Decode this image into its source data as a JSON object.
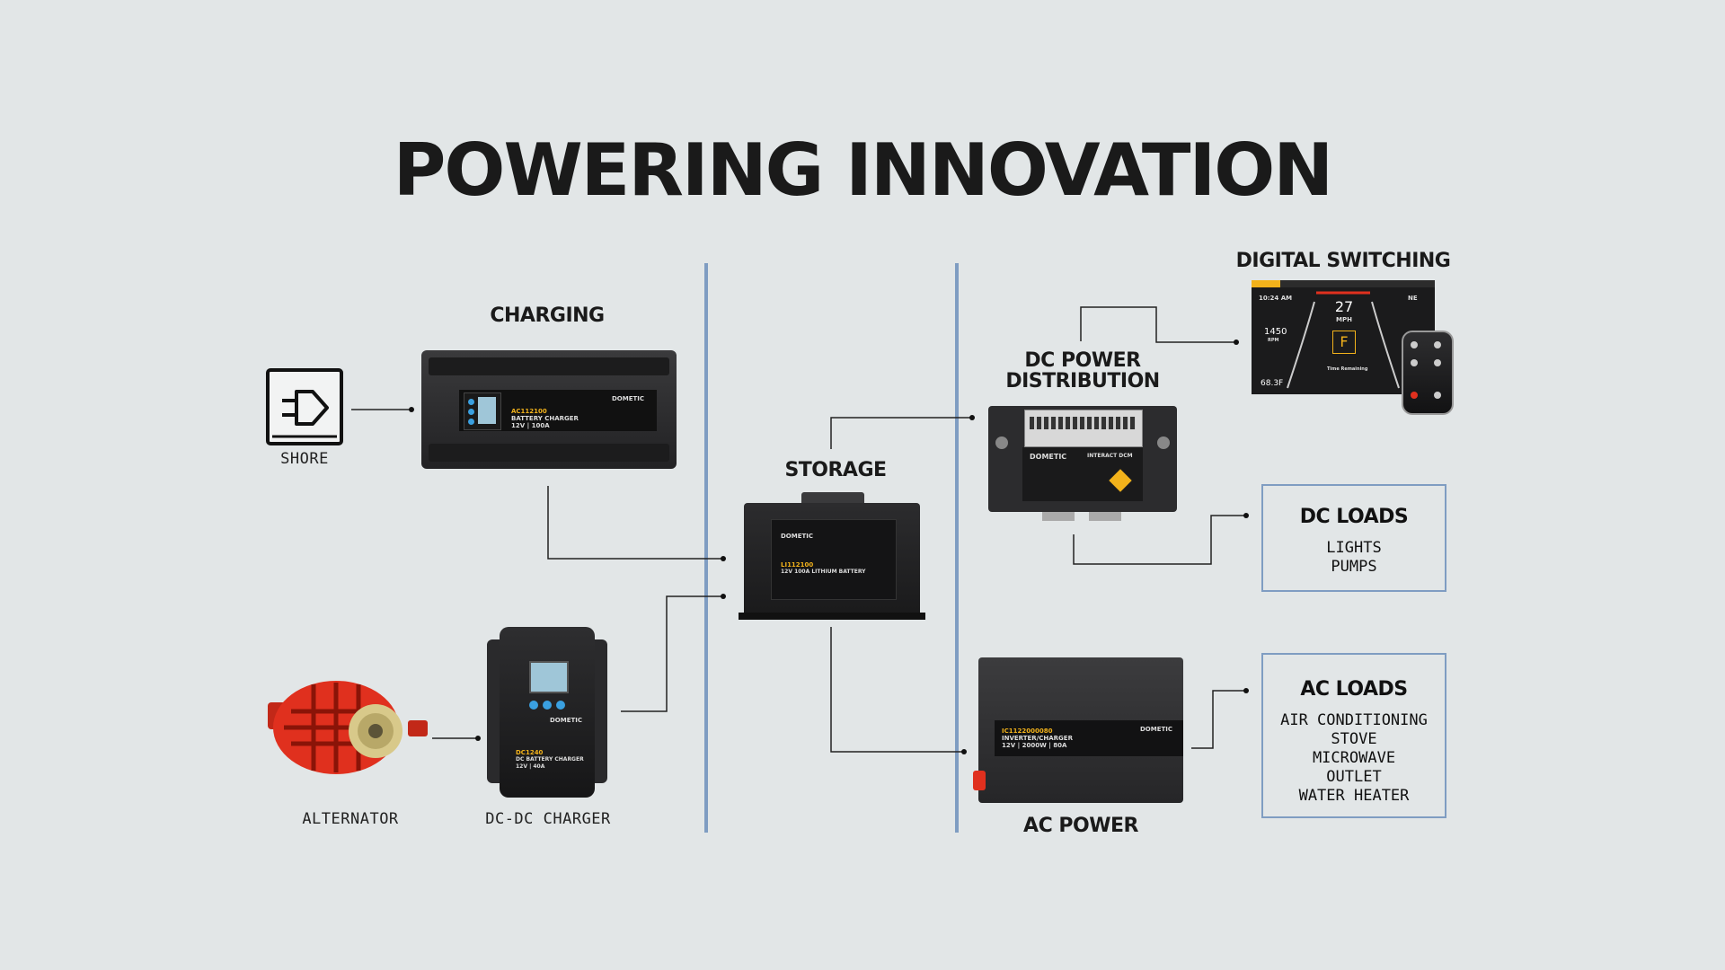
{
  "title": "POWERING INNOVATION",
  "sections": {
    "charging": "CHARGING",
    "storage": "STORAGE",
    "dc_power_distribution": "DC POWER\nDISTRIBUTION",
    "digital_switching": "DIGITAL SWITCHING",
    "ac_power": "AC POWER"
  },
  "labels": {
    "shore": "SHORE",
    "alternator": "ALTERNATOR",
    "dc_dc_charger": "DC-DC CHARGER"
  },
  "dc_loads": {
    "title": "DC LOADS",
    "items": [
      "LIGHTS",
      "PUMPS"
    ]
  },
  "ac_loads": {
    "title": "AC LOADS",
    "items": [
      "AIR CONDITIONING",
      "STOVE",
      "MICROWAVE",
      "OUTLET",
      "WATER HEATER"
    ]
  },
  "devices": {
    "battery_charger": {
      "brand": "DOMETIC",
      "model": "AC112100",
      "desc": "BATTERY CHARGER",
      "spec": "12V | 100A"
    },
    "dcdc_charger": {
      "brand": "DOMETIC",
      "model": "DC1240",
      "desc": "DC BATTERY CHARGER",
      "spec": "12V | 40A"
    },
    "battery": {
      "brand": "DOMETIC",
      "model": "LI112100",
      "desc": "12V 100A LITHIUM BATTERY"
    },
    "dcm": {
      "brand": "DOMETIC",
      "desc": "INTERACT DCM"
    },
    "inverter": {
      "brand": "DOMETIC",
      "model": "IC1122000080",
      "desc": "INVERTER/CHARGER",
      "spec": "12V | 2000W | 80A"
    },
    "display": {
      "time": "10:24 AM",
      "speed": "27",
      "speed_unit": "MPH",
      "rpm": "1450",
      "rpm_unit": "RPM",
      "heading": "NE",
      "gear": "F",
      "temp": "68.3F",
      "remaining": "Time Remaining"
    }
  },
  "colors": {
    "divider": "#7f9dc2",
    "background": "#e2e6e7",
    "accent_yellow": "#f2b21b",
    "alternator_red": "#e0301e"
  }
}
